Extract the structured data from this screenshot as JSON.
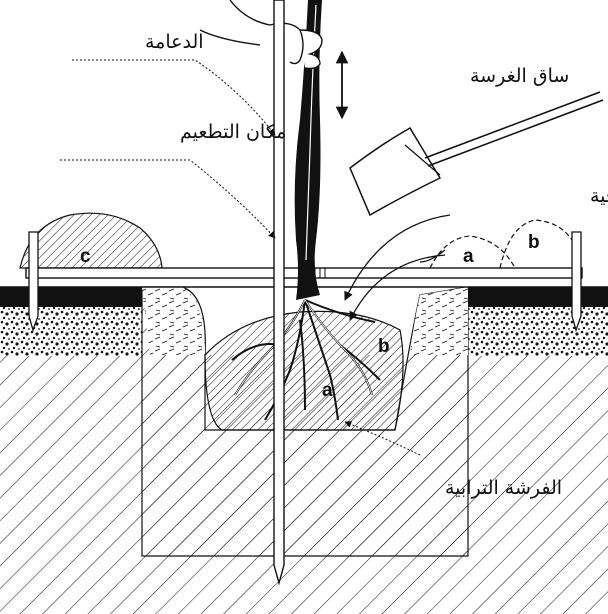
{
  "labels": {
    "support_stake": "الدعامة",
    "graft_point": "مكان التطعيم",
    "seedling_stem": "ساق الغرسة",
    "topsoil": "التربة السطحية",
    "soil_bed": "الفرشة الترابية"
  },
  "letters": {
    "topsoil_a": "a",
    "topsoil_b": "b",
    "pile_c": "c",
    "bed_a": "a",
    "bed_b": "b"
  },
  "colors": {
    "ink": "#111111",
    "paper": "#ffffff"
  }
}
